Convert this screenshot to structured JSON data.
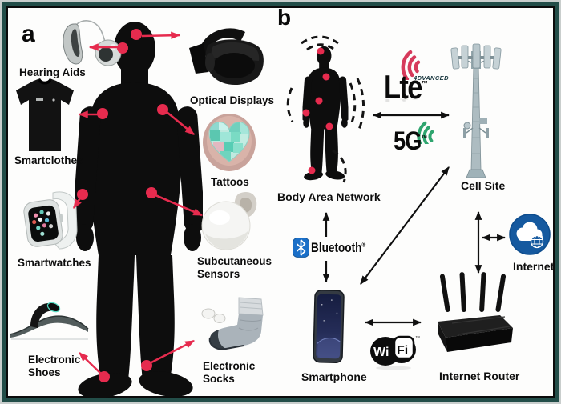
{
  "figure": {
    "panel_a_label": "a",
    "panel_b_label": "b"
  },
  "panel_a": {
    "devices": [
      {
        "label": "Hearing Aids"
      },
      {
        "label": "Optical Displays"
      },
      {
        "label": "Smartclothes"
      },
      {
        "label": "Tattoos"
      },
      {
        "label": "Smartwatches"
      },
      {
        "label": "Subcutaneous Sensors"
      },
      {
        "label": "Electronic Shoes"
      },
      {
        "label": "Electronic Socks"
      }
    ]
  },
  "panel_b": {
    "nodes": [
      {
        "label": "Body Area Network"
      },
      {
        "label": "Cell Site"
      },
      {
        "label": "Internet"
      },
      {
        "label": "Smartphone"
      },
      {
        "label": "Internet Router"
      }
    ],
    "technologies": {
      "lte": {
        "text": "Lte",
        "tm": "™",
        "suffix": "4DVANCED"
      },
      "five_g": {
        "text": "5G",
        "tm": "™"
      },
      "bluetooth": {
        "text": "Bluetooth",
        "reg": "®"
      },
      "wifi": {
        "wi": "Wi",
        "fi": "Fi",
        "tm": "™"
      }
    }
  },
  "icons": {
    "bluetooth": "bluetooth-rune-icon",
    "internet": "cloud-globe-icon",
    "wifi": "wifi-alliance-logo",
    "lte": "lte-advanced-logo",
    "five_g": "5g-signal-logo"
  },
  "colors": {
    "frame": "#234e49",
    "accent_red": "#e62b4e",
    "lte_red": "#d63a5b",
    "five_g_green": "#2fa56f",
    "bluetooth_blue": "#1a6fc8",
    "internet_blue": "#15599f"
  }
}
